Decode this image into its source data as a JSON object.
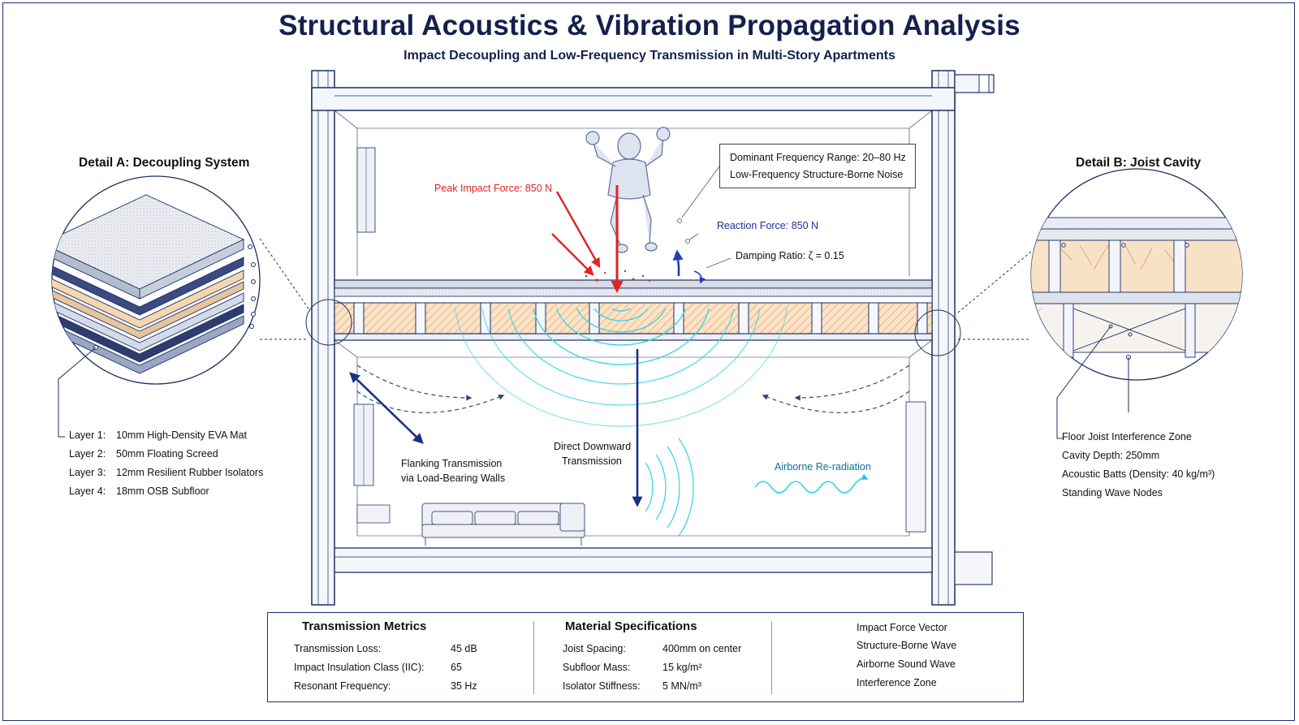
{
  "title": "Structural Acoustics & Vibration Propagation Analysis",
  "subtitle": "Impact Decoupling and Low-Frequency Transmission in Multi-Story Apartments",
  "detail_a": {
    "title": "Detail A: Decoupling System",
    "layers": [
      {
        "key": "Layer 1:",
        "value": "10mm High-Density EVA Mat"
      },
      {
        "key": "Layer 2:",
        "value": "50mm Floating Screed"
      },
      {
        "key": "Layer 3:",
        "value": "12mm Resilient Rubber Isolators"
      },
      {
        "key": "Layer 4:",
        "value": "18mm OSB Subfloor"
      }
    ]
  },
  "detail_b": {
    "title": "Detail B: Joist Cavity",
    "items": [
      "Floor Joist Interference Zone",
      "Cavity Depth:   250mm",
      "Acoustic Batts (Density: 40 kg/m³)",
      "Standing Wave Nodes"
    ]
  },
  "callouts": {
    "dominant_freq": "Dominant Frequency Range: 20–80 Hz",
    "low_freq_noise": "Low-Frequency Structure-Borne Noise",
    "peak_force": "Peak Impact Force: 850 N",
    "reaction_force": "Reaction Force: 850 N",
    "damping": "Damping Ratio: ζ = 0.15",
    "flanking_1": "Flanking Transmission",
    "flanking_2": "via Load-Bearing Walls",
    "direct_1": "Direct Downward",
    "direct_2": "Transmission",
    "airborne": "Airborne Re-radiation"
  },
  "transmission_metrics": {
    "title": "Transmission Metrics",
    "rows": [
      {
        "label": "Transmission Loss:",
        "value": "45 dB"
      },
      {
        "label": "Impact Insulation Class (IIC):",
        "value": "65"
      },
      {
        "label": "Resonant Frequency:",
        "value": "35 Hz"
      }
    ]
  },
  "material_specs": {
    "title": "Material Specifications",
    "rows": [
      {
        "label": "Joist Spacing:",
        "value": "400mm on center"
      },
      {
        "label": "Subfloor Mass:",
        "value": "15 kg/m²"
      },
      {
        "label": "Isolator Stiffness:",
        "value": "5 MN/m³"
      }
    ]
  },
  "legend": [
    {
      "label": "Impact Force Vector",
      "icon": "red-arrow-icon"
    },
    {
      "label": "Structure-Borne Wave",
      "icon": "cyan-line-icon"
    },
    {
      "label": "Airborne Sound Wave",
      "icon": "wave-icon"
    },
    {
      "label": "Interference Zone",
      "icon": "hatch-icon"
    }
  ],
  "colors": {
    "ink": "#1d2e66",
    "impact_red": "#e52222",
    "reaction_blue": "#1f3fb3",
    "structure_cyan": "#2fd3ea",
    "interference_orange": "#f0b070"
  }
}
